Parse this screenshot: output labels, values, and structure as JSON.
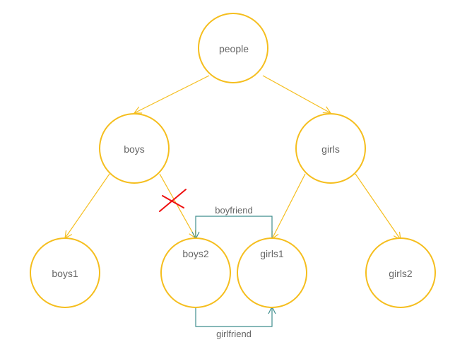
{
  "colors": {
    "node_stroke": "#F5BE1E",
    "tree_edge": "#F5BE1E",
    "relation_edge": "#3F8E8E",
    "cross_mark": "#EE1111",
    "text": "#666666"
  },
  "nodes": {
    "people": "people",
    "boys": "boys",
    "girls": "girls",
    "boys1": "boys1",
    "boys2": "boys2",
    "girls1": "girls1",
    "girls2": "girls2"
  },
  "relations": {
    "boyfriend": "boyfriend",
    "girlfriend": "girlfriend"
  }
}
